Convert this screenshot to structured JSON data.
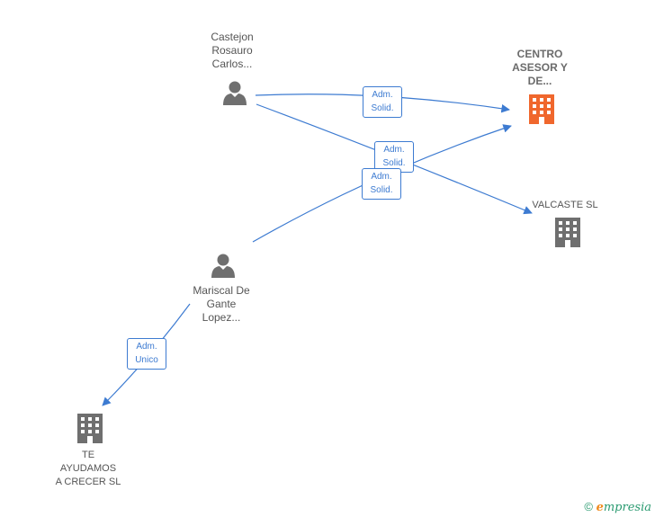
{
  "colors": {
    "edge": "#3d7bd1",
    "person": "#6f6f6f",
    "company": "#6f6f6f",
    "company_highlight": "#f0672d"
  },
  "nodes": {
    "castejon": {
      "label": "Castejon\nRosauro\nCarlos...",
      "icon": "person-icon"
    },
    "mariscal": {
      "label": "Mariscal De\nGante\nLopez...",
      "icon": "person-icon"
    },
    "centro": {
      "label": "CENTRO\nASESOR Y\nDE...",
      "icon": "building-icon"
    },
    "valcaste": {
      "label": "VALCASTE SL",
      "icon": "building-icon"
    },
    "te_ayudamos": {
      "label": "TE\nAYUDAMOS\nA CRECER SL",
      "icon": "building-icon"
    }
  },
  "edges": {
    "castejon_centro": {
      "label": "Adm.\nSolid."
    },
    "castejon_valcaste": {
      "label": "Adm.\nSolid."
    },
    "mariscal_centro": {
      "label": "Adm.\nSolid."
    },
    "mariscal_te": {
      "label": "Adm.\nUnico"
    }
  },
  "footer": {
    "copyright_symbol": "©",
    "brand_first": "e",
    "brand_rest": "mpresia"
  }
}
